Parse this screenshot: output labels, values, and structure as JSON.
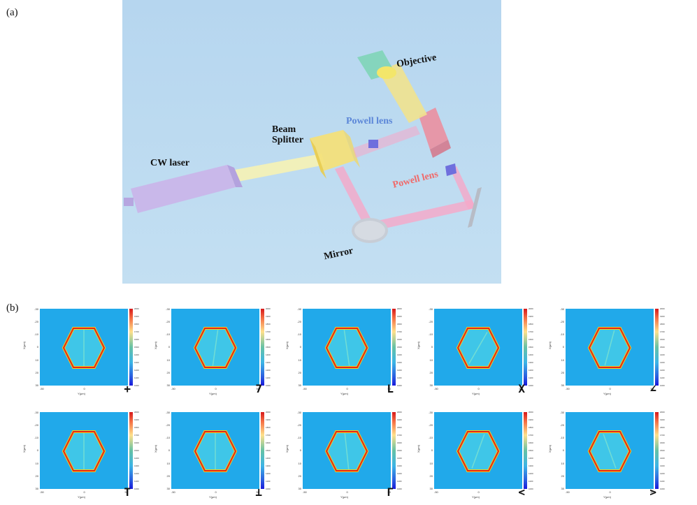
{
  "panel_a": {
    "label": "(a)",
    "components": {
      "cw_laser": "CW laser",
      "beam_splitter": "Beam\nSplitter",
      "powell_lens_1": "Powell lens",
      "objective": "Objective",
      "powell_lens_2": "Powell lens",
      "mirror": "Mirror"
    },
    "colors": {
      "label_blue": "#5b86d8",
      "label_red": "#f06a6a",
      "background": "#b9d8ee"
    }
  },
  "panel_b": {
    "label": "(b)",
    "y_ticks": [
      "-30",
      "-20",
      "-10",
      "0",
      "10",
      "20",
      "30"
    ],
    "x_ticks": [
      "-50",
      "0",
      "50"
    ],
    "xlabel": "Y(μm)",
    "ylabel": "X(μm)",
    "colorbar_ticks": [
      [
        "2000",
        "1900",
        "1800",
        "1700",
        "1600",
        "1500",
        "1400",
        "1300",
        "1200",
        "1100",
        "1000"
      ],
      [
        "2000",
        "1900",
        "1800",
        "1700",
        "1600",
        "1500",
        "1400",
        "1300",
        "1200",
        "1100",
        "1000"
      ],
      [
        "2000",
        "1900",
        "1800",
        "1700",
        "1600",
        "1500",
        "1400",
        "1300",
        "1200",
        "1100",
        "1000"
      ],
      [
        "2000",
        "1900",
        "1800",
        "1700",
        "1600",
        "1500",
        "1400",
        "1300",
        "1200",
        "1100",
        "1000"
      ],
      [
        "2000",
        "1900",
        "1800",
        "1700",
        "1600",
        "1500",
        "1400",
        "1300",
        "1200",
        "1100",
        "1000"
      ],
      [
        "2000",
        "1900",
        "1800",
        "1700",
        "1600",
        "1500",
        "1400",
        "1300",
        "1200",
        "1100",
        "1000"
      ],
      [
        "2000",
        "1900",
        "1800",
        "1700",
        "1600",
        "1500",
        "1400",
        "1300",
        "1200",
        "1100",
        "1000"
      ],
      [
        "2000",
        "1900",
        "1800",
        "1700",
        "1600",
        "1500",
        "1400",
        "1300",
        "1200",
        "1100",
        "1000"
      ],
      [
        "2000",
        "1900",
        "1800",
        "1700",
        "1600",
        "1500",
        "1400",
        "1300",
        "1200",
        "1100",
        "1000"
      ],
      [
        "2000",
        "1900",
        "1800",
        "1700",
        "1600",
        "1500",
        "1400",
        "1300",
        "1200",
        "1100",
        "1000"
      ]
    ],
    "panels": [
      {
        "symbol": "+"
      },
      {
        "symbol": "7"
      },
      {
        "symbol": "L"
      },
      {
        "symbol": "X"
      },
      {
        "symbol": "∠"
      },
      {
        "symbol": "T"
      },
      {
        "symbol": "⊥"
      },
      {
        "symbol": "Γ"
      },
      {
        "symbol": "<"
      },
      {
        "symbol": ">"
      }
    ]
  }
}
